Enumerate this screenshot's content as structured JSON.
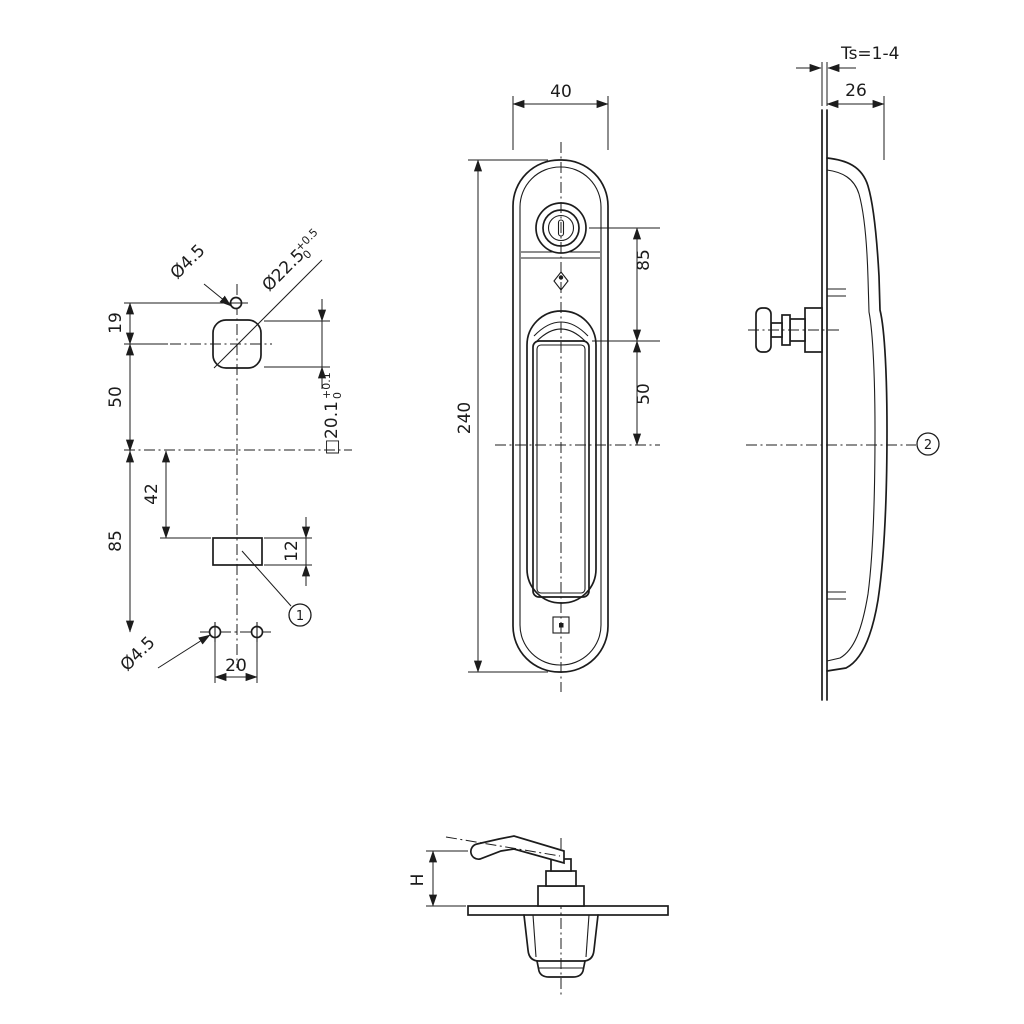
{
  "drawing": {
    "colors": {
      "line": "#1c1c1c",
      "background": "#ffffff"
    },
    "drilling_view": {
      "hole_top_dia": "Ø4.5",
      "square_dia": "Ø22.5",
      "square_dia_tol_upper": "+0.5",
      "square_dia_tol_lower": "0",
      "dim_19": "19",
      "dim_50": "50",
      "dim_42": "42",
      "dim_85": "85",
      "dim_12": "12",
      "dim_20": "20",
      "square_size": "□20.1",
      "square_size_tol_upper": "+0.1",
      "square_size_tol_lower": "0",
      "hole_bottom_dia": "Ø4.5",
      "callout_1": "1"
    },
    "front_view": {
      "dim_width": "40",
      "dim_height": "240",
      "dim_85": "85",
      "dim_50": "50"
    },
    "side_view": {
      "door_thickness": "Ts=1-4",
      "dim_depth": "26",
      "callout_2": "2"
    },
    "cam_view": {
      "dim_h": "H"
    }
  }
}
